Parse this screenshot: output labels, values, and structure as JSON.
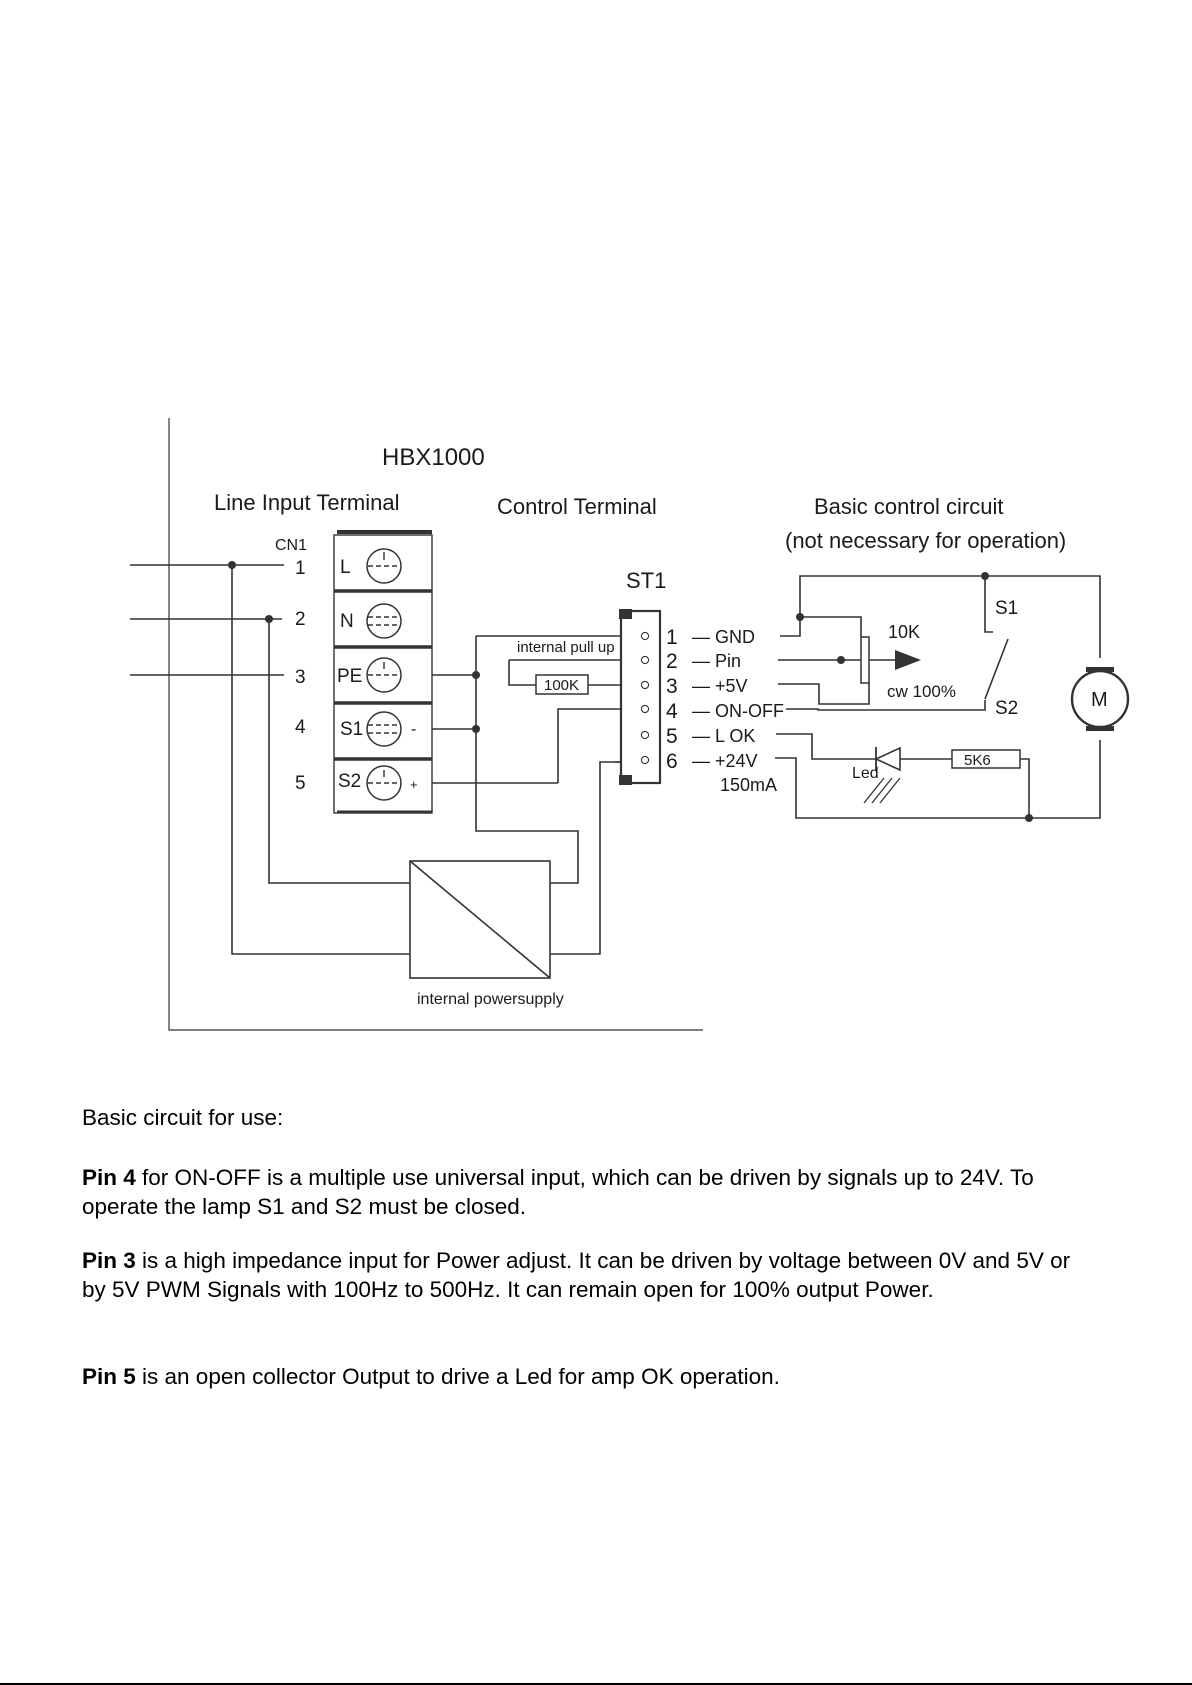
{
  "diagram": {
    "device_title": "HBX1000",
    "line_input_title": "Line Input Terminal",
    "control_terminal_title": "Control Terminal",
    "basic_circuit_title": "Basic control circuit",
    "basic_circuit_note": "(not necessary for operation)",
    "cn1_label": "CN1",
    "cn1_pins": [
      {
        "num": "1",
        "name": "L",
        "sign": ""
      },
      {
        "num": "2",
        "name": "N",
        "sign": ""
      },
      {
        "num": "3",
        "name": "PE",
        "sign": ""
      },
      {
        "num": "4",
        "name": "S1",
        "sign": "-"
      },
      {
        "num": "5",
        "name": "S2",
        "sign": "+"
      }
    ],
    "st1_label": "ST1",
    "st1_pins": [
      {
        "num": "1",
        "name": "— GND"
      },
      {
        "num": "2",
        "name": "— Pin"
      },
      {
        "num": "3",
        "name": "— +5V"
      },
      {
        "num": "4",
        "name": "— ON-OFF"
      },
      {
        "num": "5",
        "name": "— L OK"
      },
      {
        "num": "6",
        "name": "— +24V"
      }
    ],
    "current_label": "150mA",
    "pullup_label": "internal pull up",
    "resistor_100k": "100K",
    "pot_label": "10K",
    "pot_cw_label": "cw  100%",
    "switch_s1": "S1",
    "switch_s2": "S2",
    "motor_label": "M",
    "led_label": "Led",
    "resistor_5k6": "5K6",
    "psu_label": "internal powersupply"
  },
  "text": {
    "heading": "Basic circuit for use:",
    "para1_bold": "Pin 4",
    "para1_rest": " for ON-OFF is a multiple use universal input, which can be driven by signals up to 24V. To operate the lamp S1 and S2 must be closed.",
    "para2_bold": "Pin 3",
    "para2_rest": " is a high impedance input for Power adjust. It can be driven by voltage between 0V and 5V or by 5V PWM Signals with 100Hz to 500Hz. It can remain open for 100% output Power.",
    "para3_bold": "Pin 5",
    "para3_rest": " is an open collector Output to drive a Led for amp OK operation."
  }
}
